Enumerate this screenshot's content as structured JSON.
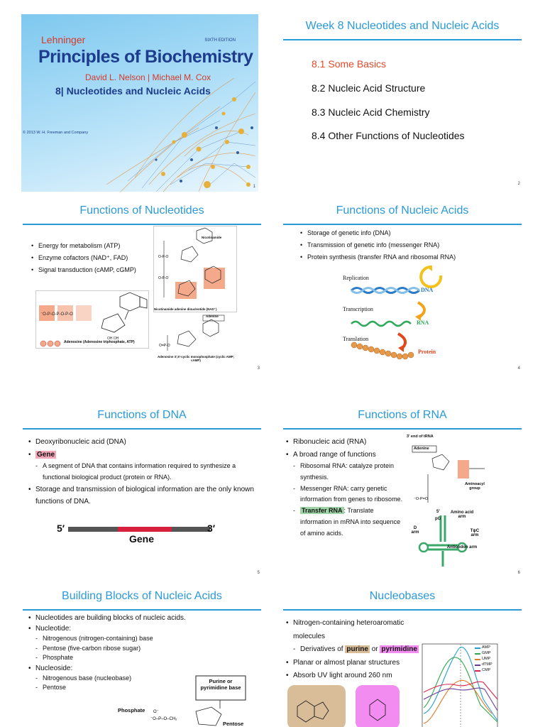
{
  "slide1": {
    "brand": "Lehninger",
    "book_title": "Principles of Biochemistry",
    "edition": "SIXTH EDITION",
    "authors": "David L. Nelson | Michael M. Cox",
    "chapter": "8| Nucleotides and Nucleic Acids",
    "copyright": "© 2013 W. H. Freeman and Company",
    "page": "1"
  },
  "slide2": {
    "title": "Week 8 Nucleotides and Nucleic Acids",
    "items": [
      "8.1 Some Basics",
      "8.2 Nucleic Acid Structure",
      "8.3 Nucleic Acid Chemistry",
      "8.4 Other Functions of Nucleotides"
    ],
    "active_index": 0,
    "page": "2"
  },
  "slide3": {
    "title": "Functions of Nucleotides",
    "bullets": [
      "Energy for metabolism (ATP)",
      "Enzyme cofactors (NAD⁺, FAD)",
      "Signal transduction (cAMP, cGMP)"
    ],
    "fig_atp_caption": "Adenosine (Adenosine triphosphate, ATP)",
    "fig_nad_caption": "Nicotinamide adenine dinucleotide (NAD⁺)",
    "fig_nicotinamide": "Nicotinamide",
    "fig_adenine": "Adenine",
    "fig_camp_caption": "Adenosine 3′,5′-cyclic monophosphate (cyclic AMP; cAMP)",
    "page": "3"
  },
  "slide4": {
    "title": "Functions of Nucleic Acids",
    "bullets": [
      "Storage of genetic info (DNA)",
      "Transmission of genetic info (messenger RNA)",
      "Protein synthesis (transfer RNA and ribosomal RNA)"
    ],
    "fig_labels": {
      "replication": "Replication",
      "dna": "DNA",
      "transcription": "Transcription",
      "rna": "RNA",
      "translation": "Translation",
      "protein": "Protein"
    },
    "page": "4"
  },
  "slide5": {
    "title": "Functions of DNA",
    "bullet1": "Deoxyribonucleic acid (DNA)",
    "gene": "Gene",
    "sub": "A segment of DNA that contains information required to synthesize a functional biological product (protein or RNA).",
    "bullet3": "Storage and transmission of biological information are the only known functions of DNA.",
    "fig": {
      "five": "5′",
      "three": "3′",
      "gene": "Gene"
    },
    "page": "5"
  },
  "slide6": {
    "title": "Functions of RNA",
    "bullet1": "Ribonucleic acid (RNA)",
    "bullet2": "A broad range of functions",
    "sub1": "Ribosomal RNA: catalyze protein synthesis.",
    "sub2": "Messenger RNA: carry genetic information from genes to ribosome.",
    "sub3_hl": "Transfer RNA",
    "sub3_rest": ": Translate information in mRNA into sequence of amino acids.",
    "fig": {
      "end": "3′ end of tRNA",
      "adenine": "Adenine",
      "aminoacyl": "Aminoacyl group",
      "five": "5′",
      "pg": "pG",
      "amino_arm": "Amino acid arm",
      "d_arm": "D arm",
      "tpc_arm": "TψC arm",
      "anticodon": "Anticodon arm"
    },
    "page": "6"
  },
  "slide7": {
    "title": "Building Blocks of Nucleic Acids",
    "lines": [
      {
        "t": "Nucleotides are building blocks of nucleic acids.",
        "lvl": 0
      },
      {
        "t": "Nucleotide:",
        "lvl": 0
      },
      {
        "t": "Nitrogenous (nitrogen-containing) base",
        "lvl": 1
      },
      {
        "t": "Pentose (five-carbon ribose sugar)",
        "lvl": 1
      },
      {
        "t": "Phosphate",
        "lvl": 1
      },
      {
        "t": "Nucleoside:",
        "lvl": 0
      },
      {
        "t": "Nitrogenous base (nucleobase)",
        "lvl": 1
      },
      {
        "t": "Pentose",
        "lvl": 1
      }
    ],
    "fig": {
      "purine": "Purine or pyrimidine base",
      "phosphate": "Phosphate",
      "pentose": "Pentose"
    }
  },
  "slide8": {
    "title": "Nucleobases",
    "bullet1": "Nitrogen-containing heteroaromatic molecules",
    "sub_prefix": "Derivatives of ",
    "purine": "purine",
    "or": " or ",
    "pyrimidine": "pyrimidine",
    "bullet2": "Planar or almost planar structures",
    "bullet3": "Absorb UV light around 260 nm",
    "legend": [
      {
        "name": "AMP",
        "color": "#1f9fd5"
      },
      {
        "name": "GMP",
        "color": "#2fa84a"
      },
      {
        "name": "UMP",
        "color": "#e07b2a"
      },
      {
        "name": "dTMP",
        "color": "#6a3a9a"
      },
      {
        "name": "CMP",
        "color": "#d8244a"
      }
    ]
  }
}
